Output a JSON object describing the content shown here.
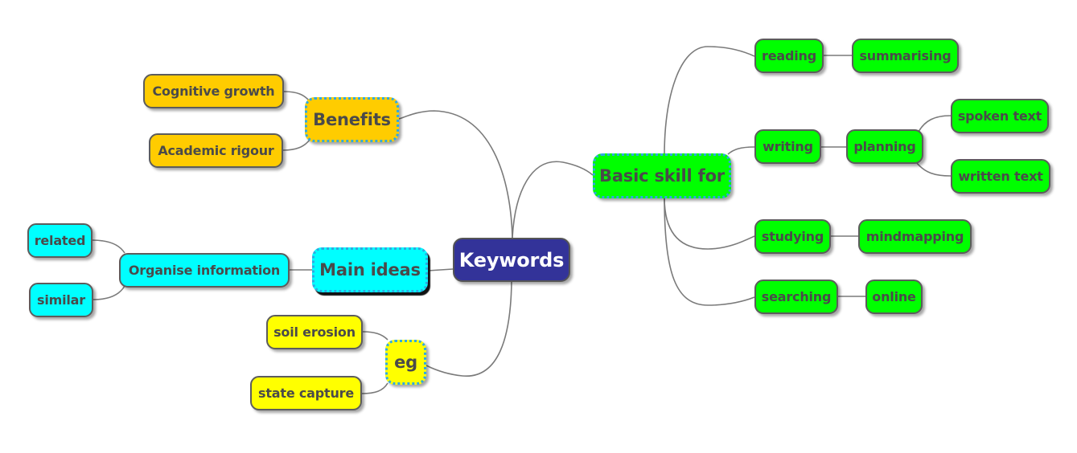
{
  "colors": {
    "root": "#333399",
    "benefits_branch": "#ffcc00",
    "main_ideas_branch": "#00ffff",
    "eg_branch": "#ffff00",
    "basic_skill_branch": "#00ff00",
    "main_node_dotted_border": "#2fa9e0",
    "connector": "#7a7a7a"
  },
  "root": {
    "label": "Keywords"
  },
  "branches": {
    "benefits": {
      "label": "Benefits",
      "children": [
        "Cognitive growth",
        "Academic rigour"
      ]
    },
    "main_ideas": {
      "label": "Main ideas",
      "children": [
        {
          "label": "Organise information",
          "children": [
            "related",
            "similar"
          ]
        }
      ]
    },
    "eg": {
      "label": "eg",
      "children": [
        "soil erosion",
        "state capture"
      ]
    },
    "basic_skill": {
      "label": "Basic skill for",
      "children": [
        {
          "label": "reading",
          "children": [
            "summarising"
          ]
        },
        {
          "label": "writing",
          "children": [
            {
              "label": "planning",
              "children": [
                "spoken text",
                "written text"
              ]
            }
          ]
        },
        {
          "label": "studying",
          "children": [
            "mindmapping"
          ]
        },
        {
          "label": "searching",
          "children": [
            "online"
          ]
        }
      ]
    }
  }
}
